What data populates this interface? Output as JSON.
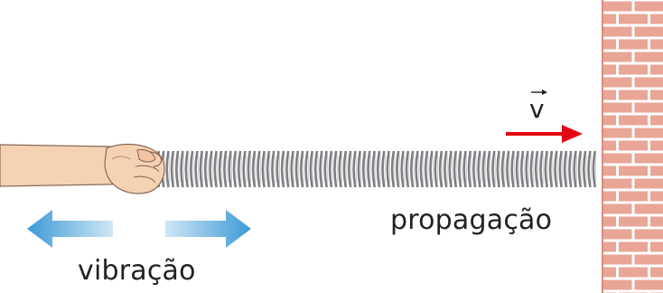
{
  "labels": {
    "velocity": "v",
    "propagation": "propagação",
    "vibration": "vibração"
  },
  "colors": {
    "brick": "#e9a595",
    "mortar": "#ffffff",
    "spring": "#7d7f82",
    "velocity_arrow": "#e30613",
    "vibration_arrow": "#4ea8dc",
    "skin": "#f6d2b4"
  },
  "spring": {
    "coils": 95
  },
  "icons": [
    "hand-icon",
    "brick-wall-icon",
    "velocity-arrow-icon",
    "vibration-arrow-icon"
  ]
}
